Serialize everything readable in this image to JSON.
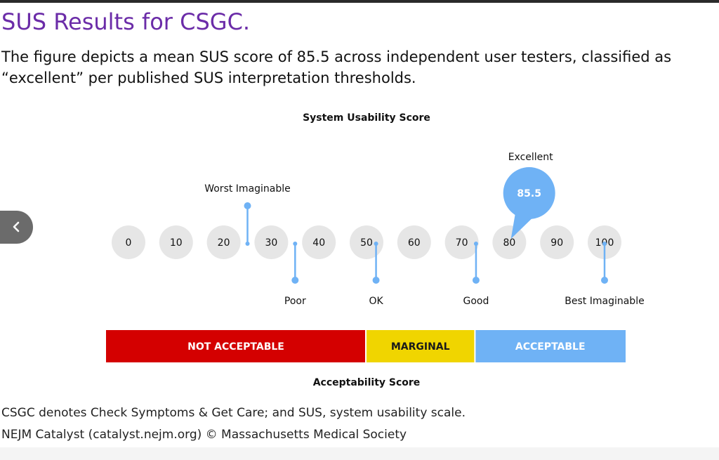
{
  "header": {
    "title": "SUS Results for CSGC.",
    "description": "The figure depicts a mean SUS score of 85.5 across independent user testers, classified as “excellent” per published SUS interpretation thresholds."
  },
  "nav": {
    "prev_icon": "chevron-left-icon"
  },
  "chart_data": {
    "type": "scale",
    "title": "System Usability Score",
    "xlabel": "Acceptability Score",
    "ticks": [
      0,
      10,
      20,
      30,
      40,
      50,
      60,
      70,
      80,
      90,
      100
    ],
    "score": {
      "value": 85.5,
      "label": "85.5",
      "category": "Excellent"
    },
    "adjectives": [
      {
        "label": "Worst Imaginable",
        "value": 25,
        "side": "above"
      },
      {
        "label": "Poor",
        "value": 35,
        "side": "below"
      },
      {
        "label": "OK",
        "value": 52,
        "side": "below"
      },
      {
        "label": "Good",
        "value": 73,
        "side": "below"
      },
      {
        "label": "Best Imaginable",
        "value": 100,
        "side": "below"
      }
    ],
    "ranges": [
      {
        "label": "NOT ACCEPTABLE",
        "from": 0,
        "to": 50,
        "color": "#d40000",
        "text_color": "#ffffff"
      },
      {
        "label": "MARGINAL",
        "from": 50,
        "to": 71,
        "color": "#f0d500",
        "text_color": "#1a1a1a"
      },
      {
        "label": "ACCEPTABLE",
        "from": 71,
        "to": 100,
        "color": "#6fb2f5",
        "text_color": "#ffffff"
      }
    ],
    "colors": {
      "accent": "#6fb2f5",
      "tick_bg": "#e6e6e6",
      "text": "#111111"
    }
  },
  "footer": {
    "footnote": "CSGC denotes Check Symptoms & Get Care; and SUS, system usability scale.",
    "credit": "NEJM Catalyst (catalyst.nejm.org) © Massachusetts Medical Society"
  }
}
